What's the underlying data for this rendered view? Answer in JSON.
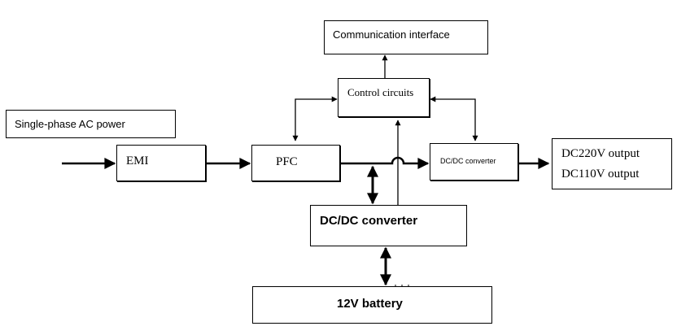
{
  "diagram": {
    "communication_interface": "Communication interface",
    "control_circuits": "Control circuits",
    "ac_power": "Single-phase AC power",
    "emi": "EMI",
    "pfc": "PFC",
    "dcdc_small": "DC/DC converter",
    "output_220": "DC220V output",
    "output_110": "DC110V output",
    "dcdc_main": "DC/DC converter",
    "battery": "12V battery"
  },
  "colors": {
    "line": "#000000",
    "background": "#ffffff"
  }
}
